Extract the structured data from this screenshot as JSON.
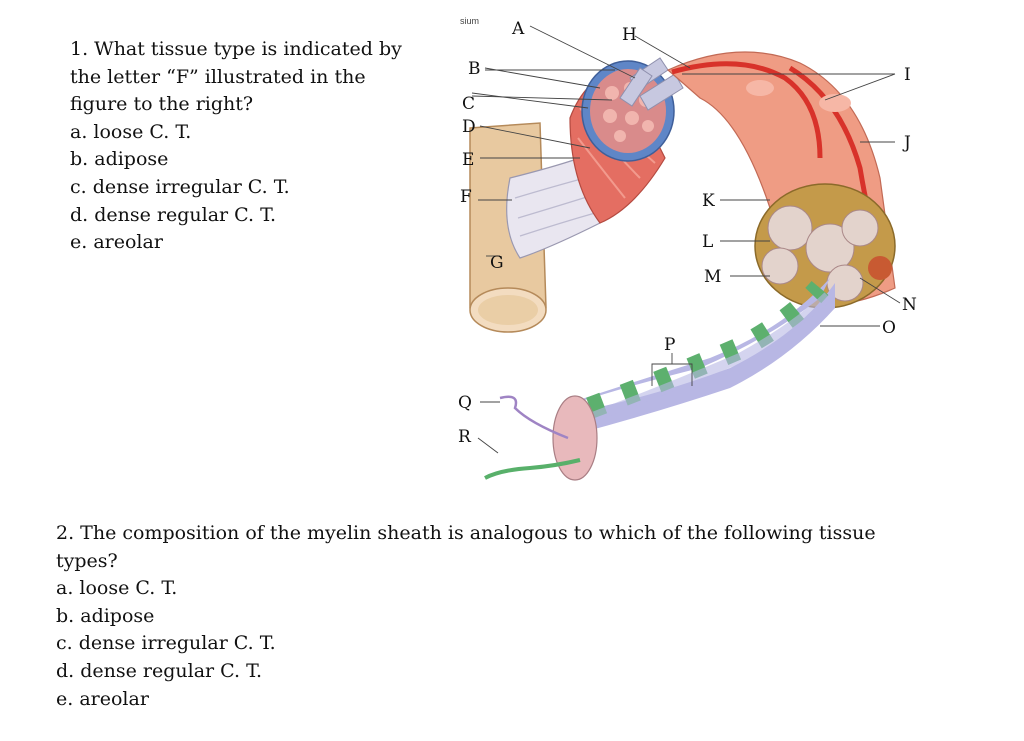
{
  "question1": {
    "lines": [
      "1. What tissue type is indicated by",
      "the letter “F” illustrated in the",
      "figure to the right?"
    ],
    "options": [
      "a. loose C. T.",
      "b. adipose",
      "c. dense irregular C. T.",
      "d. dense regular C. T.",
      "e. areolar"
    ]
  },
  "question2": {
    "lines": [
      "2. The composition of the myelin sheath is analogous to which of the following tissue",
      "types?"
    ],
    "options": [
      "a. loose C. T.",
      "b. adipose",
      "c. dense irregular C. T.",
      "d. dense regular C. T.",
      "e. areolar"
    ]
  },
  "figure": {
    "partial_label": "sium",
    "labels": {
      "A": "A",
      "B": "B",
      "C": "C",
      "D": "D",
      "E": "E",
      "F": "F",
      "G": "G",
      "H": "H",
      "I": "I",
      "J": "J",
      "K": "K",
      "L": "L",
      "M": "M",
      "N": "N",
      "O": "O",
      "P": "P",
      "Q": "Q",
      "R": "R"
    }
  }
}
